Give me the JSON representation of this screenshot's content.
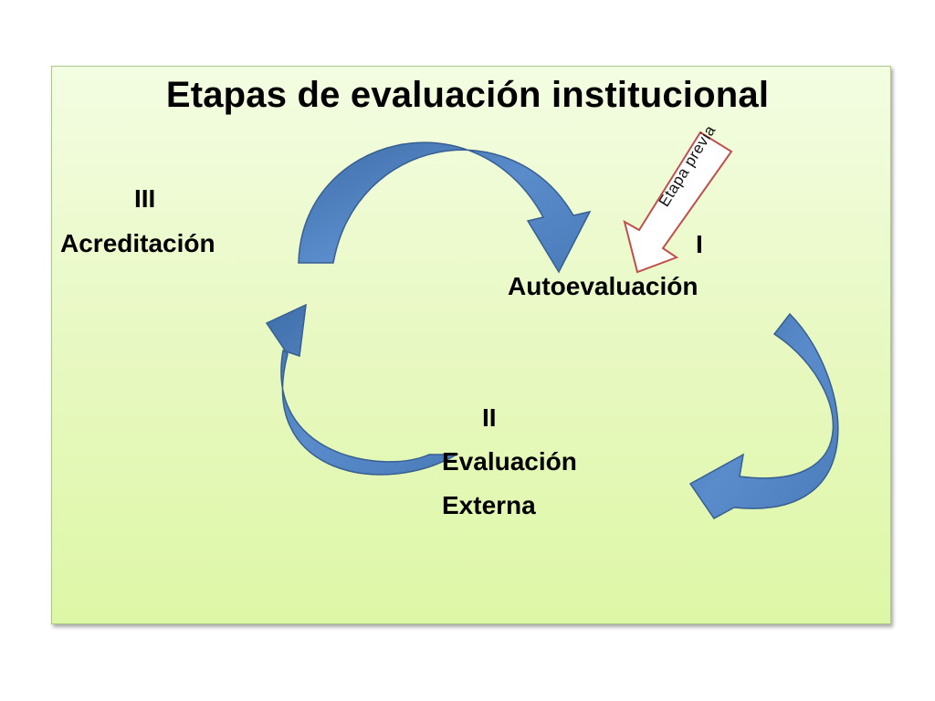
{
  "title": "Etapas de evaluación institucional",
  "stages": {
    "acreditacion": {
      "roman": "III",
      "name": "Acreditación"
    },
    "autoevaluacion": {
      "roman": "I",
      "name": "Autoevaluación"
    },
    "evaluacion_externa": {
      "roman": "II",
      "name_line1": "Evaluación",
      "name_line2": "Externa"
    }
  },
  "callout": {
    "label": "Etapa previa"
  },
  "colors": {
    "arrow_fill": "#4f81bd",
    "arrow_stroke": "#375f92",
    "callout_border": "#c0504d",
    "background_top": "#f3fde2",
    "background_bottom": "#ddf7a6"
  }
}
